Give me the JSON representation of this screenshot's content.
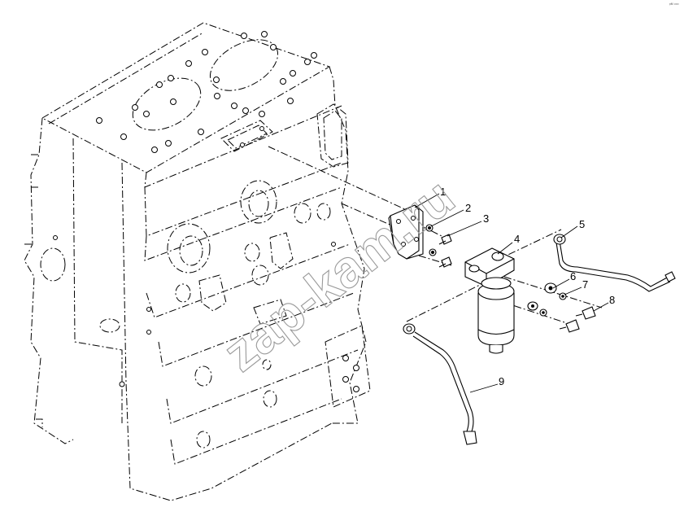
{
  "figure_code": "ᵖᴹ ᵒᵒᵒ",
  "watermark": "zap-kam.ru",
  "callouts": [
    {
      "label": "1",
      "part": "bracket"
    },
    {
      "label": "2",
      "part": "washer"
    },
    {
      "label": "3",
      "part": "bolt"
    },
    {
      "label": "4",
      "part": "fuel-filter"
    },
    {
      "label": "5",
      "part": "outlet-pipe"
    },
    {
      "label": "6",
      "part": "sealing-washer"
    },
    {
      "label": "7",
      "part": "sealing-washer-small"
    },
    {
      "label": "8",
      "part": "banjo-bolt"
    },
    {
      "label": "9",
      "part": "inlet-pipe"
    }
  ]
}
